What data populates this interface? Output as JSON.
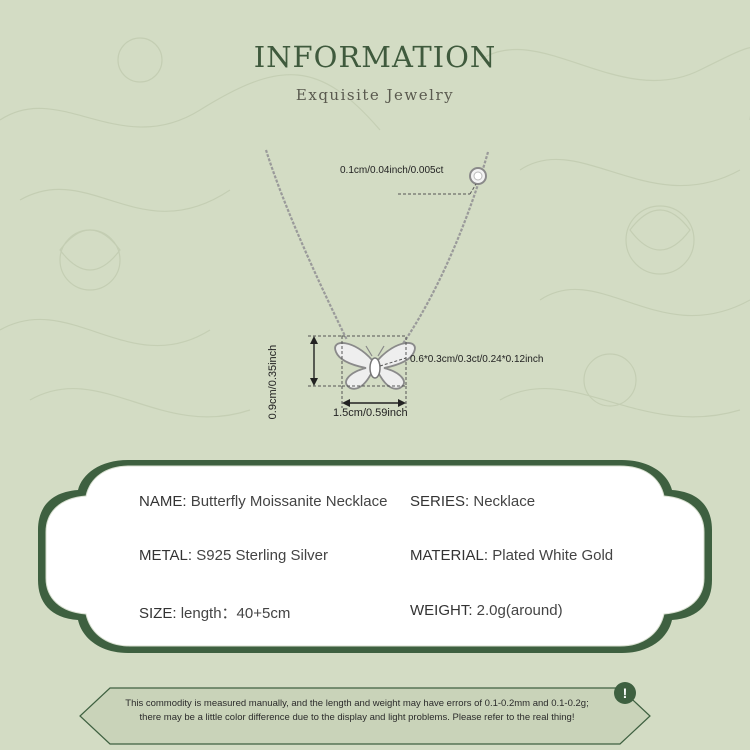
{
  "header": {
    "title": "INFORMATION",
    "subtitle": "Exquisite  Jewelry"
  },
  "dimensions": {
    "stone": "0.1cm/0.04inch/0.005ct",
    "center_stone": "0.6*0.3cm/0.3ct/0.24*0.12inch",
    "height": "0.9cm/0.35inch",
    "width": "1.5cm/0.59inch"
  },
  "specs": {
    "name_label": "NAME:",
    "name_value": "Butterfly Moissanite Necklace",
    "series_label": "SERIES:",
    "series_value": "Necklace",
    "metal_label": "METAL:",
    "metal_value": "S925 Sterling Silver",
    "material_label": "MATERIAL:",
    "material_value": "Plated White Gold",
    "size_label": "SIZE:",
    "size_value": "length：40+5cm",
    "weight_label": "WEIGHT:",
    "weight_value": "2.0g(around)"
  },
  "notice": {
    "line1": "This commodity is measured manually, and the length and weight may have errors of 0.1-0.2mm and 0.1-0.2g;",
    "line2": "there may be a little color difference due to the display and light problems. Please refer to the real thing!",
    "icon": "!"
  },
  "colors": {
    "background": "#d3dcc4",
    "accent": "#3f5a3d",
    "card": "#ffffff"
  }
}
